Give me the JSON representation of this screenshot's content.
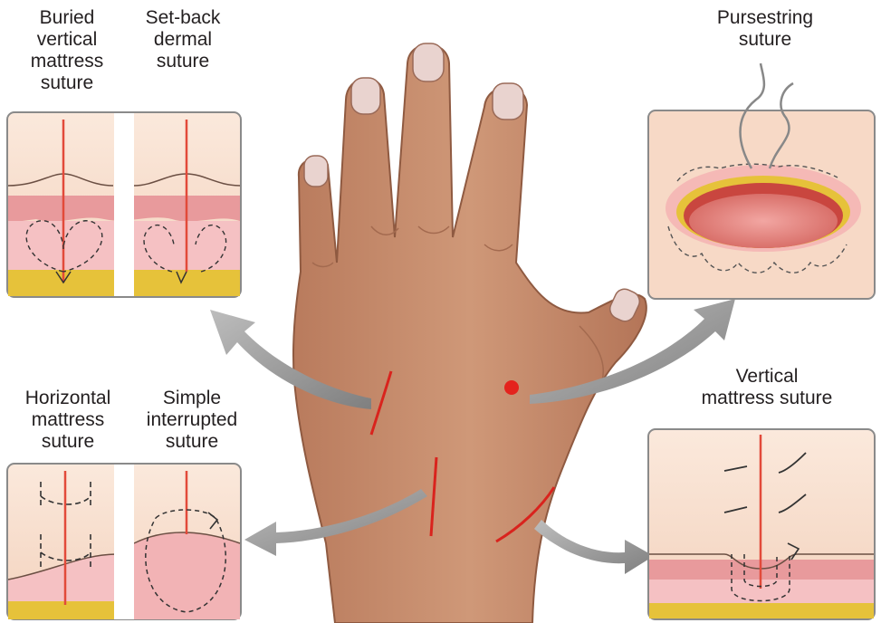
{
  "labels": {
    "buried_vertical": "Buried\nvertical\nmattress\nsuture",
    "set_back_dermal": "Set-back\ndermal\nsuture",
    "pursestring": "Pursestring\nsuture",
    "horizontal_mattress": "Horizontal\nmattress\nsuture",
    "simple_interrupted": "Simple\ninterrupted\nsuture",
    "vertical_mattress": "Vertical\nmattress suture"
  },
  "colors": {
    "skin": "#c48a6c",
    "skin_dark": "#a76a4e",
    "incision": "#d9231d",
    "panel_epidermis": "#f6dccb",
    "panel_dermis": "#f2b3b5",
    "panel_fat": "#e6c23a",
    "arrow": "#9d9d9d"
  }
}
